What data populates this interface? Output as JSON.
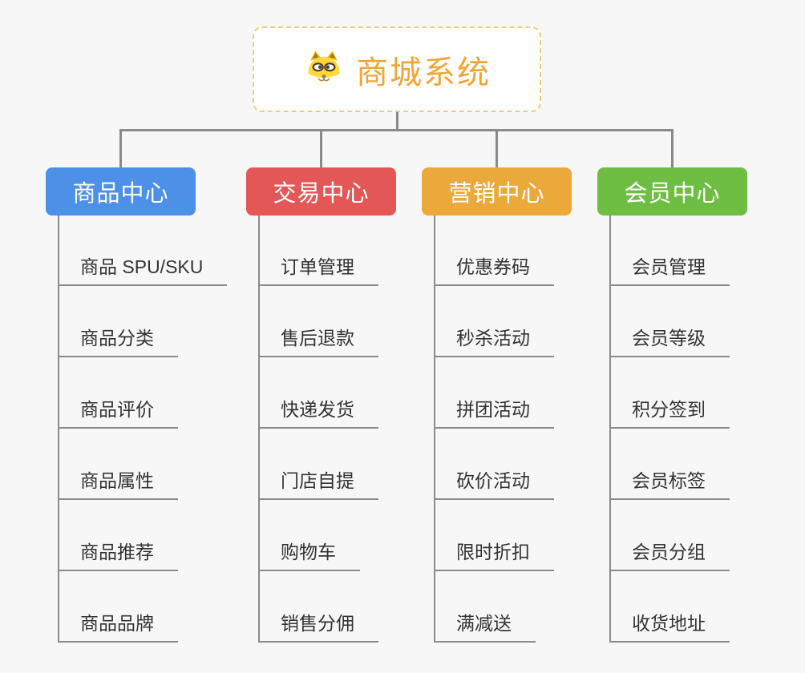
{
  "root": {
    "title": "商城系统",
    "icon": "doge-icon"
  },
  "branches": [
    {
      "id": "product-center",
      "label": "商品中心",
      "color": "#4d90e8",
      "items": [
        "商品 SPU/SKU",
        "商品分类",
        "商品评价",
        "商品属性",
        "商品推荐",
        "商品品牌"
      ]
    },
    {
      "id": "trade-center",
      "label": "交易中心",
      "color": "#e35757",
      "items": [
        "订单管理",
        "售后退款",
        "快递发货",
        "门店自提",
        "购物车",
        "销售分佣"
      ]
    },
    {
      "id": "marketing-center",
      "label": "营销中心",
      "color": "#eba93c",
      "items": [
        "优惠券码",
        "秒杀活动",
        "拼团活动",
        "砍价活动",
        "限时折扣",
        "满减送"
      ]
    },
    {
      "id": "member-center",
      "label": "会员中心",
      "color": "#6fbe44",
      "items": [
        "会员管理",
        "会员等级",
        "积分签到",
        "会员标签",
        "会员分组",
        "收货地址"
      ]
    }
  ],
  "colors": {
    "background": "#f7f7f7",
    "connector": "#8a8a8a",
    "underline": "#8a8a8a",
    "leaf_text": "#333333",
    "root_accent": "#f0a637",
    "root_border": "#f5c87e",
    "icon_yellow": "#ffd93b",
    "icon_face": "#fffdf2"
  }
}
